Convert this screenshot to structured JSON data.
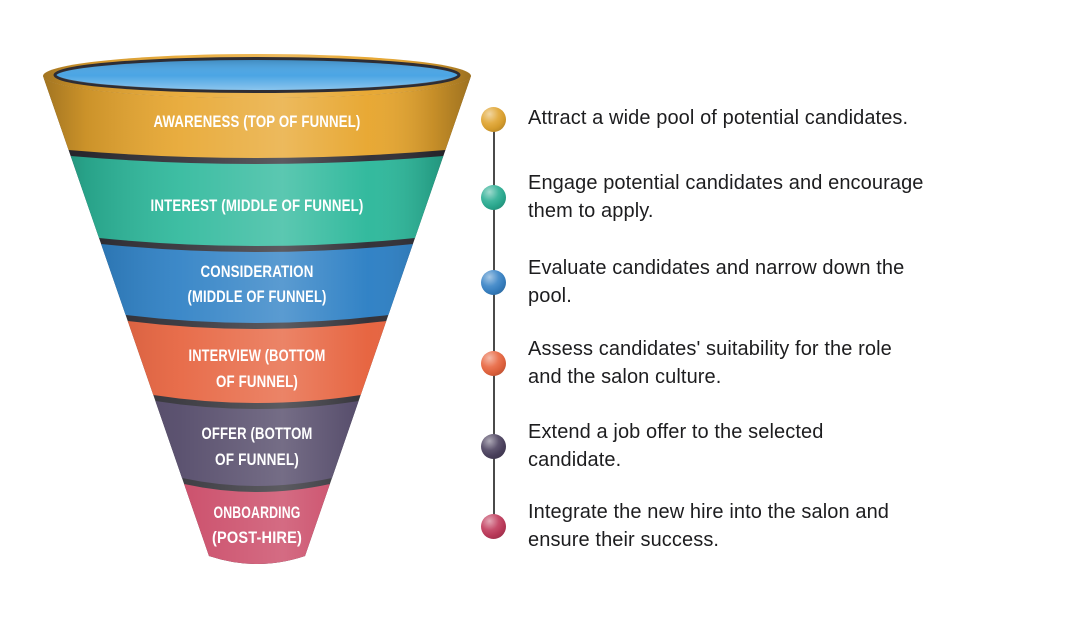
{
  "page": {
    "background": "#ffffff"
  },
  "funnel": {
    "opening_color": "#4BA5E4",
    "opening_highlight": "#9CD0F2",
    "separator_color": "#2E2D34",
    "rim_edge_color": "#C98A20",
    "stages": [
      {
        "name": "awareness",
        "label_lines": [
          "AWARENESS (TOP OF FUNNEL)"
        ],
        "color": "#E7A62F",
        "dot_color": "#E0A42F",
        "description_lines": [
          "Attract a wide pool of potential candidates."
        ]
      },
      {
        "name": "interest",
        "label_lines": [
          "INTEREST (MIDDLE OF FUNNEL)"
        ],
        "color": "#2DB89B",
        "dot_color": "#2BAE93",
        "description_lines": [
          "Engage potential candidates and encourage",
          "them to apply."
        ]
      },
      {
        "name": "consideration",
        "label_lines": [
          "CONSIDERATION",
          "(MIDDLE OF FUNNEL)"
        ],
        "color": "#2C7FC4",
        "dot_color": "#3883C6",
        "description_lines": [
          "Evaluate candidates and narrow down the",
          "pool."
        ]
      },
      {
        "name": "interview",
        "label_lines": [
          "INTERVIEW (BOTTOM",
          "OF FUNNEL)"
        ],
        "color": "#E6613C",
        "dot_color": "#E8653F",
        "description_lines": [
          "Assess candidates' suitability for the role",
          "and the salon culture."
        ]
      },
      {
        "name": "offer",
        "label_lines": [
          "OFFER (BOTTOM",
          "OF FUNNEL)"
        ],
        "color": "#4E4464",
        "dot_color": "#4C425F",
        "description_lines": [
          "Extend a job offer to the selected",
          "candidate."
        ]
      },
      {
        "name": "onboarding",
        "label_lines": [
          "ONBOARDING",
          "(POST-HIRE)"
        ],
        "color": "#C84260",
        "dot_color": "#C03A5B",
        "description_lines": [
          "Integrate the new hire into the salon and",
          "ensure their success."
        ]
      }
    ]
  }
}
